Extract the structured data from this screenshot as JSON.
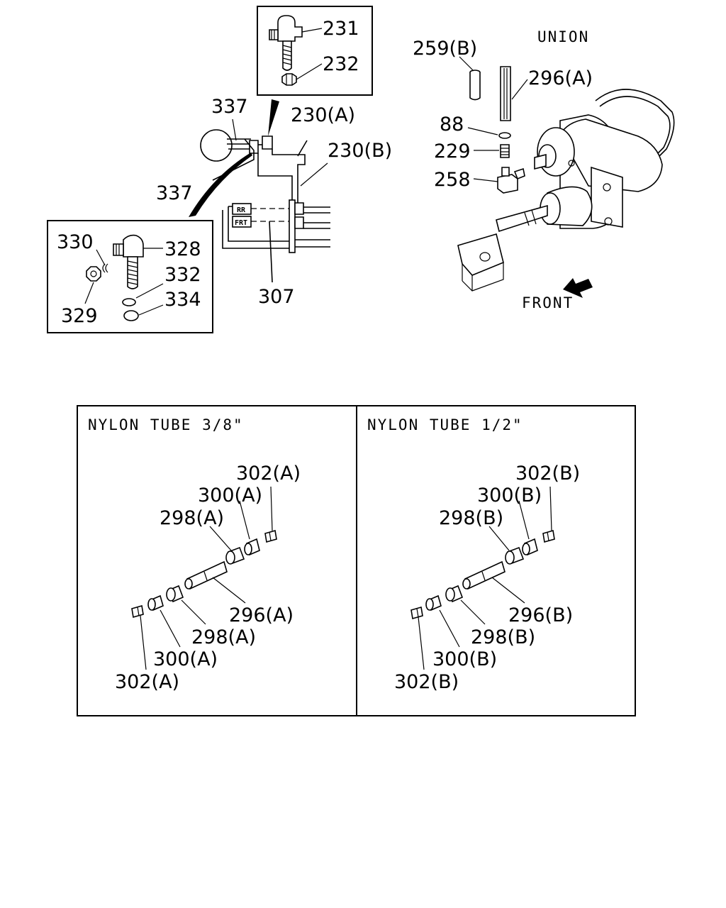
{
  "upper_left": {
    "callouts": [
      "231",
      "232",
      "337",
      "337",
      "230(A)",
      "230(B)",
      "307",
      "330",
      "328",
      "332",
      "334",
      "329"
    ],
    "tags": [
      "RR",
      "FRT"
    ]
  },
  "upper_right": {
    "title": "UNION",
    "callouts": [
      "259(B)",
      "296(A)",
      "88",
      "229",
      "258"
    ],
    "direction_label": "FRONT"
  },
  "panel_a": {
    "title": "NYLON TUBE 3/8\"",
    "callouts": [
      "302(A)",
      "300(A)",
      "298(A)",
      "296(A)",
      "298(A)",
      "300(A)",
      "302(A)"
    ]
  },
  "panel_b": {
    "title": "NYLON TUBE 1/2\"",
    "callouts": [
      "302(B)",
      "300(B)",
      "298(B)",
      "296(B)",
      "298(B)",
      "300(B)",
      "302(B)"
    ]
  }
}
